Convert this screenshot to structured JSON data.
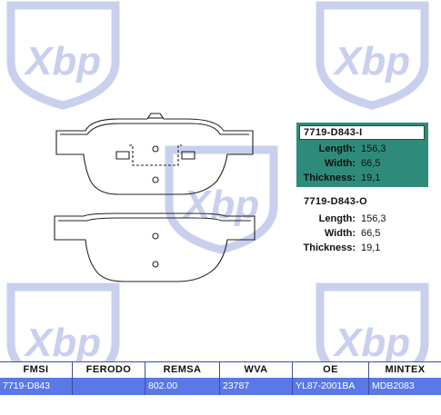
{
  "watermark": {
    "text": "Xbp",
    "icon": "xbp-shield-logo",
    "color": "#c9d0ee"
  },
  "spec_inner": {
    "code": "7719-D843-I",
    "rows": [
      {
        "label": "Length:",
        "value": "156,3"
      },
      {
        "label": "Width:",
        "value": "66,5"
      },
      {
        "label": "Thickness:",
        "value": "19,1"
      }
    ],
    "highlight_color": "#2e8b7a"
  },
  "spec_outer": {
    "code": "7719-D843-O",
    "rows": [
      {
        "label": "Length:",
        "value": "156,3"
      },
      {
        "label": "Width:",
        "value": "66,5"
      },
      {
        "label": "Thickness:",
        "value": "19,1"
      }
    ]
  },
  "table": {
    "headers": [
      "FMSI",
      "FERODO",
      "REMSA",
      "WVA",
      "OE",
      "MINTEX"
    ],
    "row": [
      "7719-D843",
      "",
      "802.00",
      "23787",
      "YL87-2001BA",
      "MDB2083"
    ],
    "row_color": "#5a78e6"
  }
}
